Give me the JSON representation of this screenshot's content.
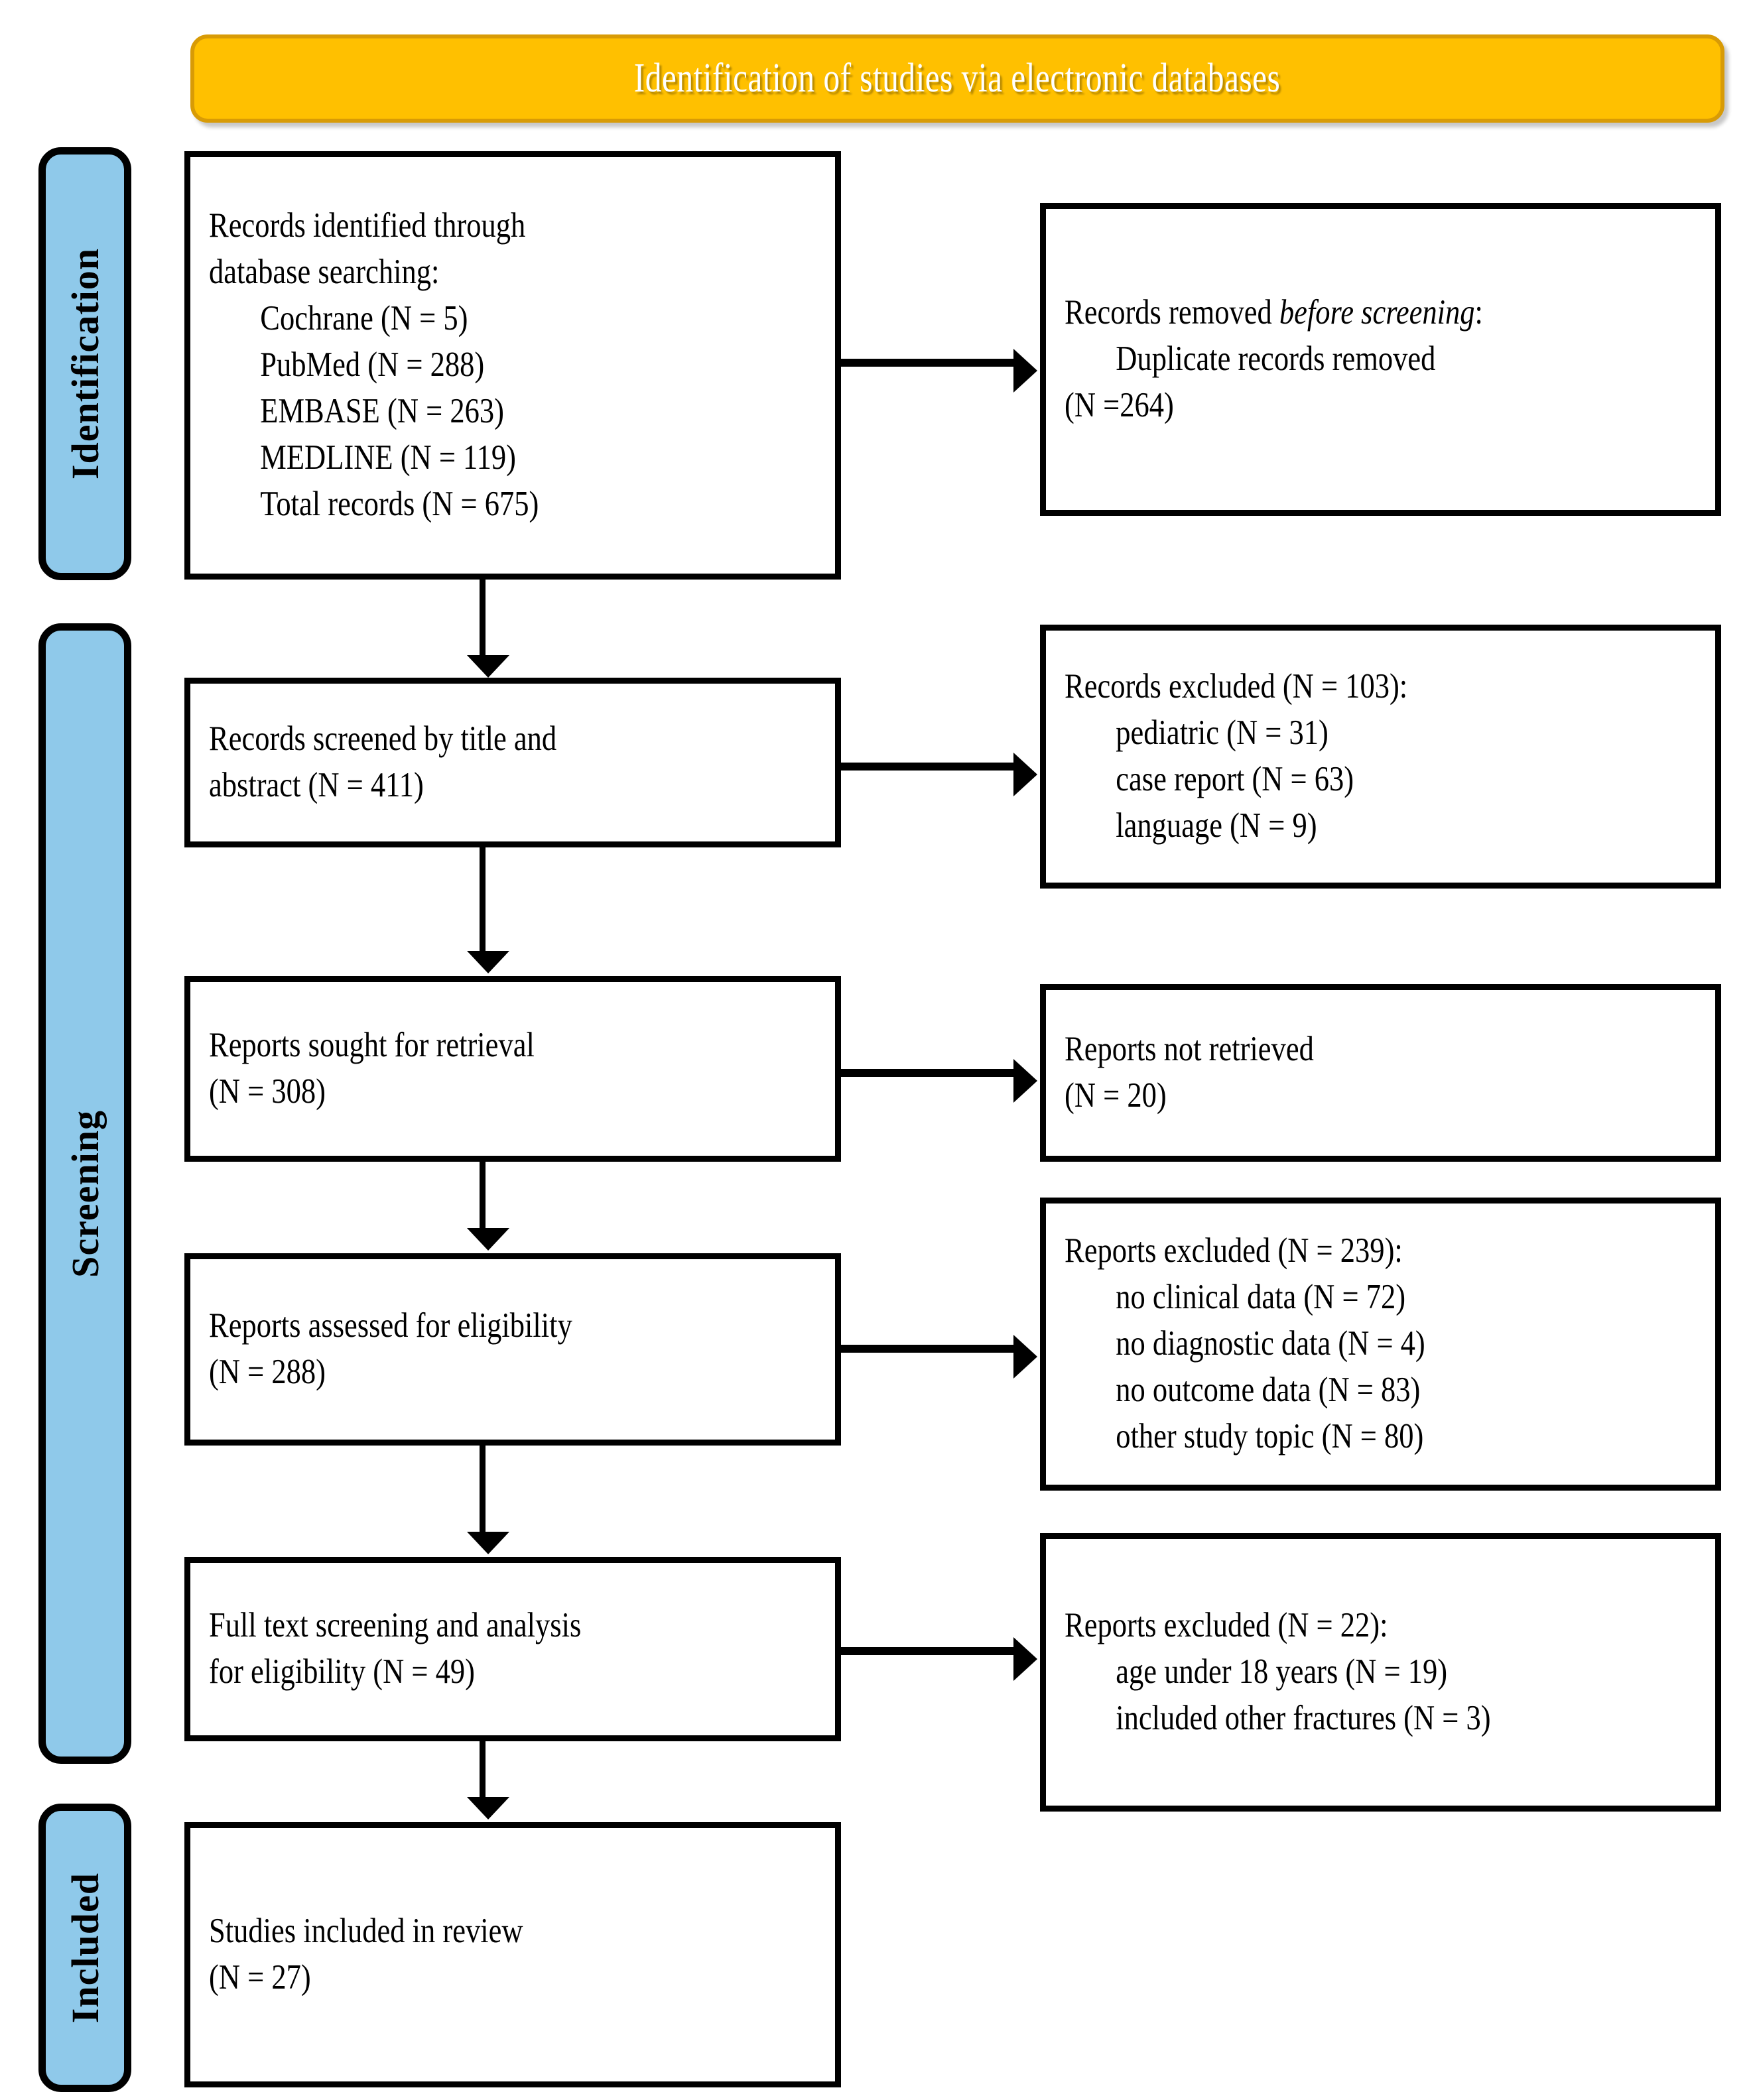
{
  "banner": {
    "title": "Identification of studies via electronic databases",
    "bg_color": "#FFC000",
    "text_color": "#FFFFFF"
  },
  "stages": {
    "accent_color": "#8FC9EA",
    "identification": "Identification",
    "screening": "Screening",
    "included": "Included"
  },
  "boxes": {
    "identified": {
      "l1": "Records identified through",
      "l2": "database searching:",
      "l3": "Cochrane (N = 5)",
      "l4": "PubMed (N = 288)",
      "l5": "EMBASE (N = 263)",
      "l6": "MEDLINE (N = 119)",
      "l7": "Total records (N = 675)"
    },
    "removed": {
      "l1a": "Records removed ",
      "l1b": "before screening",
      "l1c": ":",
      "l2": "Duplicate records removed",
      "l3": "(N =264)"
    },
    "screened": {
      "l1": "Records screened by title and",
      "l2": "abstract (N = 411)"
    },
    "excluded_103": {
      "l1": "Records excluded (N = 103):",
      "l2": "pediatric (N = 31)",
      "l3": "case report (N = 63)",
      "l4": "language (N = 9)"
    },
    "sought": {
      "l1": "Reports sought for retrieval",
      "l2": "(N = 308)"
    },
    "not_retrieved": {
      "l1": "Reports not retrieved",
      "l2": "(N = 20)"
    },
    "assessed": {
      "l1": "Reports assessed for eligibility",
      "l2": "(N = 288)"
    },
    "excluded_239": {
      "l1": "Reports excluded (N = 239):",
      "l2": "no clinical data (N = 72)",
      "l3": "no diagnostic data (N = 4)",
      "l4": "no outcome data (N = 83)",
      "l5": "other study topic (N = 80)"
    },
    "fulltext": {
      "l1": "Full text screening and analysis",
      "l2": "for eligibility (N = 49)"
    },
    "excluded_22": {
      "l1": "Reports excluded (N = 22):",
      "l2": "age under 18 years (N = 19)",
      "l3": "included other fractures (N = 3)"
    },
    "included": {
      "l1": "Studies included in review",
      "l2": "(N = 27)"
    }
  }
}
